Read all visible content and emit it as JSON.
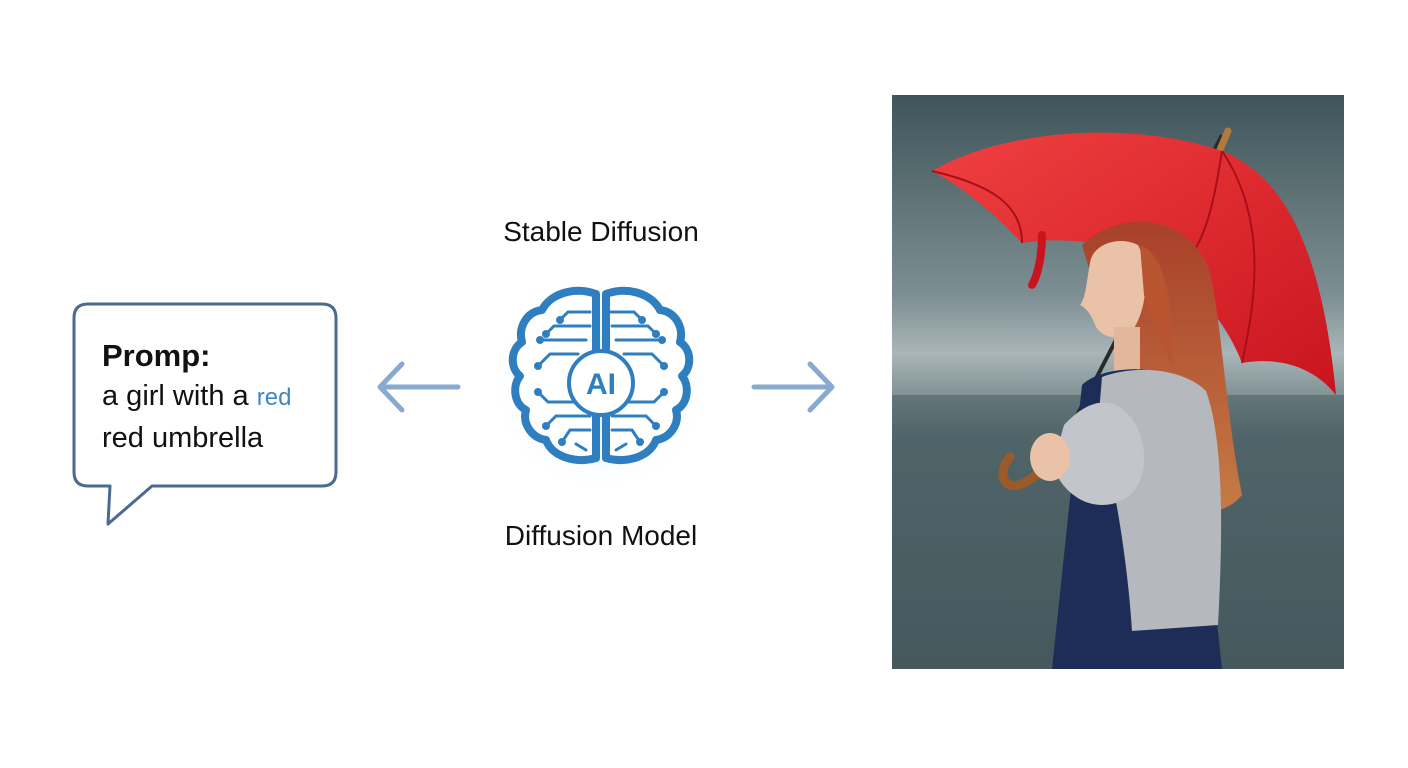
{
  "prompt": {
    "title": "Promp:",
    "line1": "a girl with a",
    "highlight": "red",
    "line2": "red umbrella"
  },
  "model": {
    "title": "Stable Diffusion",
    "subtitle": "Diffusion Model",
    "badge": "AI"
  },
  "icons": {
    "brain": "circuit-brain-icon",
    "arrow_left": "arrow-left-icon",
    "arrow_right": "arrow-right-icon"
  },
  "colors": {
    "bubble_border": "#4a6a92",
    "arrow": "#8aa9cf",
    "brain": "#2f7fc0",
    "highlight": "#3f86c6",
    "umbrella": "#e8242f"
  }
}
